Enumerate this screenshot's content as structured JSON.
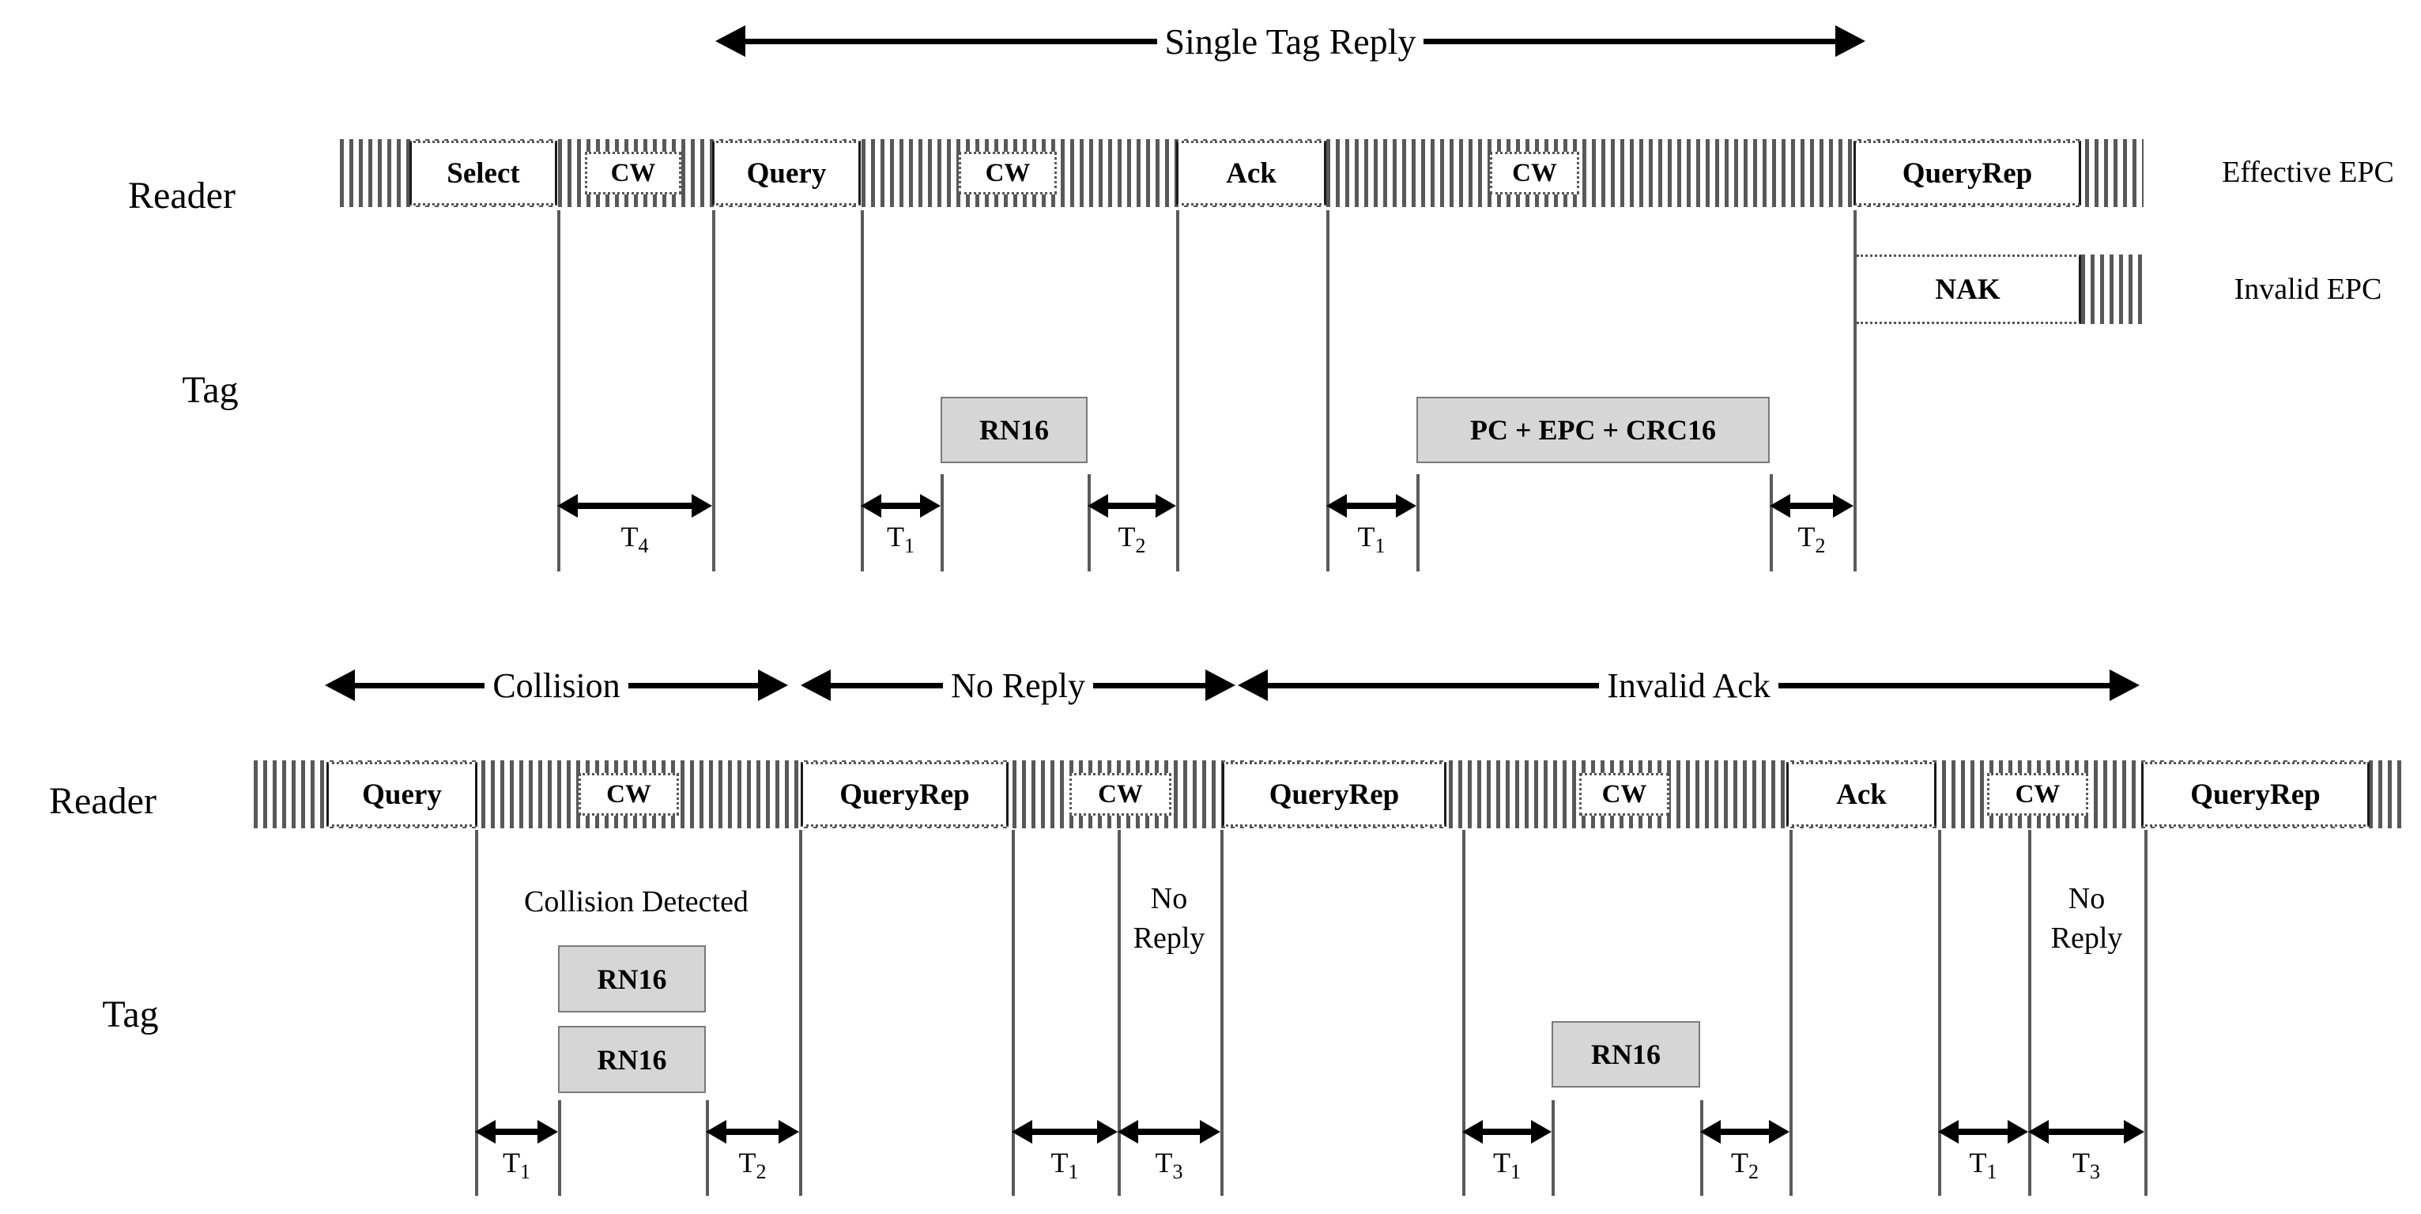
{
  "colors": {
    "hatch_gray": "#585858",
    "tag_box_fill": "#d6d6d6",
    "guide_line_gray": "#5a5a5a",
    "ink": "#000000"
  },
  "diagram1": {
    "span_label": "Single Tag Reply",
    "reader_label": "Reader",
    "tag_label": "Tag",
    "reader_blocks": [
      {
        "label": "Select"
      },
      {
        "label": "CW"
      },
      {
        "label": "Query"
      },
      {
        "label": "CW"
      },
      {
        "label": "Ack"
      },
      {
        "label": "CW"
      },
      {
        "label": "QueryRep"
      }
    ],
    "tag_boxes": [
      {
        "label": "RN16"
      },
      {
        "label": "PC + EPC + CRC16"
      },
      {
        "label": "NAK"
      }
    ],
    "right_labels": {
      "effective": "Effective EPC",
      "invalid": "Invalid EPC"
    },
    "timings": [
      {
        "base": "T",
        "sub": "4"
      },
      {
        "base": "T",
        "sub": "1"
      },
      {
        "base": "T",
        "sub": "2"
      },
      {
        "base": "T",
        "sub": "1"
      },
      {
        "base": "T",
        "sub": "2"
      }
    ]
  },
  "diagram2": {
    "span_labels": [
      {
        "label": "Collision"
      },
      {
        "label": "No Reply"
      },
      {
        "label": "Invalid Ack"
      }
    ],
    "reader_label": "Reader",
    "tag_label": "Tag",
    "reader_blocks": [
      {
        "label": "Query"
      },
      {
        "label": "CW"
      },
      {
        "label": "QueryRep"
      },
      {
        "label": "CW"
      },
      {
        "label": "QueryRep"
      },
      {
        "label": "CW"
      },
      {
        "label": "Ack"
      },
      {
        "label": "CW"
      },
      {
        "label": "QueryRep"
      }
    ],
    "collision_note": "Collision Detected",
    "no_reply_note": "No Reply",
    "tag_boxes": [
      {
        "label": "RN16"
      },
      {
        "label": "RN16"
      },
      {
        "label": "RN16"
      }
    ],
    "timings": [
      {
        "base": "T",
        "sub": "1"
      },
      {
        "base": "T",
        "sub": "2"
      },
      {
        "base": "T",
        "sub": "1"
      },
      {
        "base": "T",
        "sub": "3"
      },
      {
        "base": "T",
        "sub": "1"
      },
      {
        "base": "T",
        "sub": "2"
      },
      {
        "base": "T",
        "sub": "1"
      },
      {
        "base": "T",
        "sub": "3"
      }
    ]
  }
}
